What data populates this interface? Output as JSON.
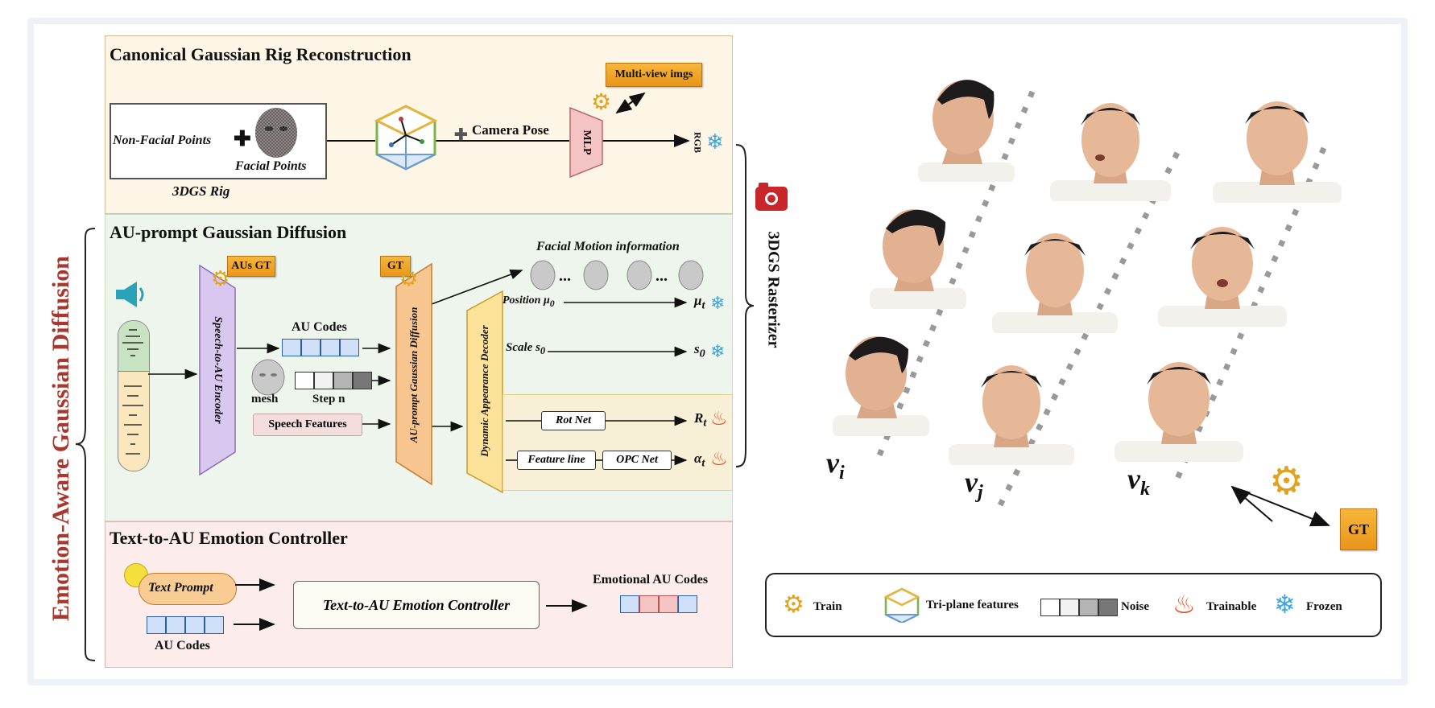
{
  "side_title": "Emotion-Aware Gaussian Diffusion",
  "rasterizer_label": "3DGS Rasterizer",
  "section1": {
    "title": "Canonical Gaussian Rig Reconstruction",
    "non_facial_points": "Non-Facial  Points",
    "facial_points": "Facial  Points",
    "rig_label": "3DGS Rig",
    "camera_pose": "Camera Pose",
    "mlp": "MLP",
    "multiview": "Multi-view imgs",
    "rgb": "RGB"
  },
  "section2": {
    "title": "AU-prompt Gaussian Diffusion",
    "aus_gt": "AUs GT",
    "gt": "GT",
    "encoder": "Speech-to-AU Encoder",
    "au_codes": "AU Codes",
    "mesh": "mesh",
    "step_n": "Step n",
    "speech_features": "Speech Features",
    "diffusion": "AU-prompt Gaussian Diffusion",
    "decoder": "Dynamic Appearance Decoder",
    "facial_motion": "Facial  Motion information",
    "dots": "...",
    "position": "Position μ",
    "position_sub": "0",
    "mu_t": "μ",
    "mu_t_sub": "t",
    "scale": "Scale s",
    "scale_sub": "0",
    "s0": "s",
    "s0_sub": "0",
    "rot_net": "Rot Net",
    "r_t": "R",
    "r_t_sub": "t",
    "feature_line": "Feature line",
    "opc_net": "OPC Net",
    "alpha_t": "α",
    "alpha_t_sub": "t"
  },
  "section3": {
    "title": "Text-to-AU Emotion Controller",
    "text_prompt": "Text Prompt",
    "controller": "Text-to-AU Emotion Controller",
    "emotional_au_codes": "Emotional AU Codes",
    "au_codes": "AU Codes"
  },
  "views": {
    "vi": "v",
    "vi_sub": "i",
    "vj": "v",
    "vj_sub": "j",
    "vk": "v",
    "vk_sub": "k",
    "gt": "GT"
  },
  "legend": {
    "train": "Train",
    "triplane": "Tri-plane features",
    "noise": "Noise",
    "trainable": "Trainable",
    "frozen": "Frozen"
  },
  "colors": {
    "section1_bg": "#fdf6e6",
    "section2_bg": "#edf5ec",
    "section3_bg": "#fcecec",
    "side_title": "#a8372e",
    "encoder_fill": "#d8c7ee",
    "diffusion_fill": "#f6c590",
    "decoder_fill": "#fde29a",
    "mlp_fill": "#f4c3c3"
  }
}
